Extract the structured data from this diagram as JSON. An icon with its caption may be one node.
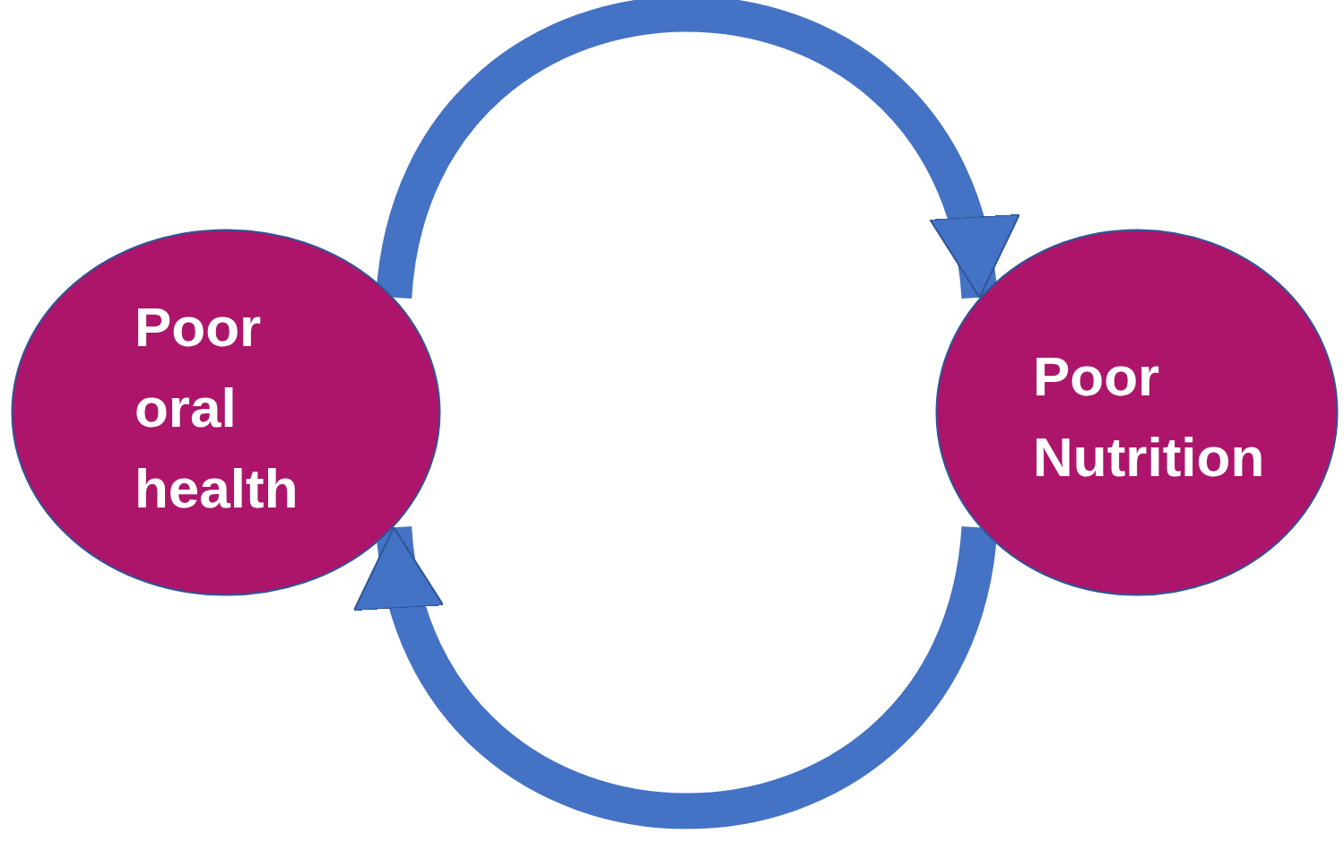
{
  "diagram": {
    "nodes": [
      {
        "text": [
          "Poor oral health"
        ]
      },
      {
        "text": [
          "Poor Nutrition"
        ]
      }
    ],
    "edges": [
      {
        "from": 0,
        "to": 1,
        "arrow": "to"
      },
      {
        "from": 1,
        "to": 0,
        "arrow": "to"
      }
    ]
  }
}
